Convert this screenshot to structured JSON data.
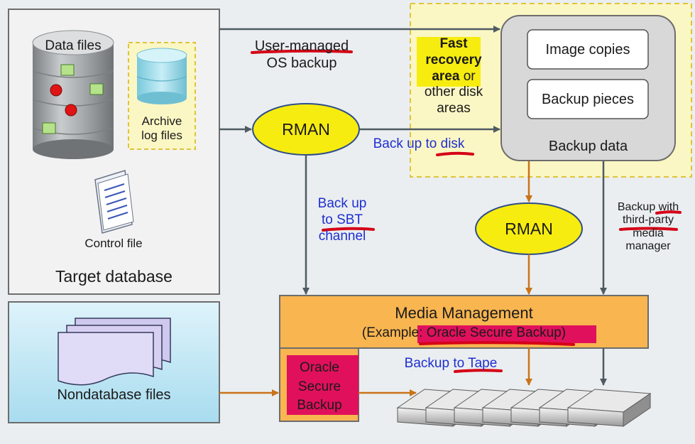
{
  "target_database": {
    "title": "Target database",
    "data_files_label": "Data files",
    "archive_log_line1": "Archive",
    "archive_log_line2": "log files",
    "control_file_label": "Control file"
  },
  "nondatabase": {
    "label": "Nondatabase files"
  },
  "user_managed": {
    "line1": "User-managed",
    "line2": "OS backup"
  },
  "rman_top": {
    "label": "RMAN"
  },
  "rman_bottom": {
    "label": "RMAN"
  },
  "backup_to_disk": {
    "text": "Back up to disk"
  },
  "backup_sbt": {
    "line1": "Back up",
    "line2": "to SBT",
    "line3": "channel"
  },
  "fra": {
    "line1": "Fast",
    "line2": "recovery",
    "line3_bold": "area",
    "line3_rest": " or",
    "line4": "other disk",
    "line5": "areas"
  },
  "backup_data": {
    "title": "Backup data",
    "image_copies": "Image copies",
    "backup_pieces": "Backup pieces"
  },
  "third_party": {
    "line1": "Backup with",
    "line2": "third-party",
    "line3": "media",
    "line4": "manager"
  },
  "media_mgmt": {
    "title": "Media Management",
    "example_prefix": "(Example: ",
    "example_product": "Oracle Secure Backup",
    "example_suffix": ")"
  },
  "osb": {
    "line1": "Oracle",
    "line2": "Secure",
    "line3": "Backup"
  },
  "backup_to_tape": {
    "text": "Backup to Tape"
  },
  "colors": {
    "arrow_gray": "#4f5b62",
    "arrow_orange": "#c9731a",
    "rman_yellow": "#f7ec10",
    "media_orange": "#f8b550",
    "highlight_magenta": "#e0105c",
    "underline_red": "#d50016",
    "label_blue": "#1f2fd0"
  }
}
